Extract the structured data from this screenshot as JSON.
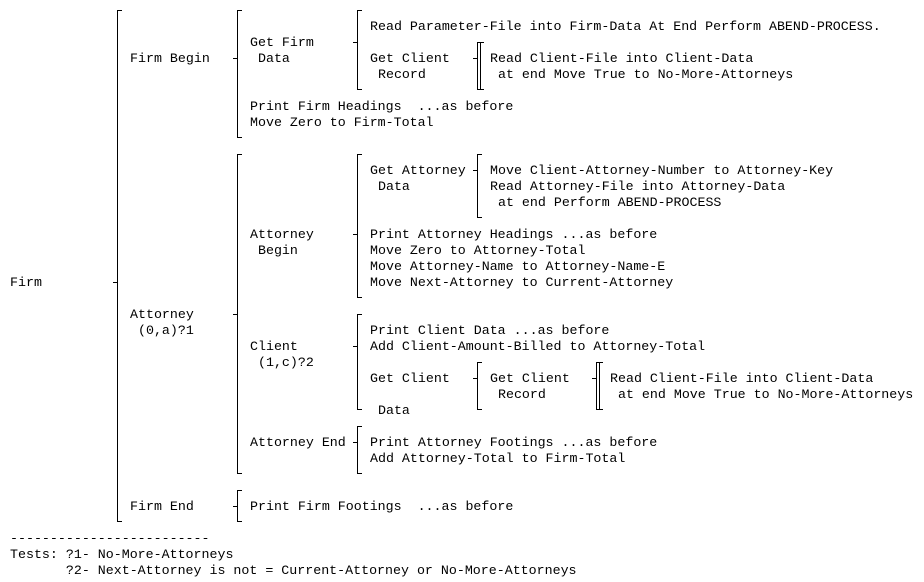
{
  "diagram": {
    "firm": "Firm",
    "firm_begin": "Firm Begin",
    "get_firm_data": [
      "Get Firm",
      " Data"
    ],
    "read_parameter": "Read Parameter-File into Firm-Data At End Perform ABEND-PROCESS.",
    "get_client_record_1": [
      "Get Client",
      " Record"
    ],
    "read_client_1": [
      "Read Client-File into Client-Data",
      " at end Move True to No-More-Attorneys"
    ],
    "print_firm_headings": "Print Firm Headings  ...as before",
    "move_zero_firm_total": "Move Zero to Firm-Total",
    "attorney": [
      "Attorney",
      " (0,a)?1"
    ],
    "attorney_begin": [
      "Attorney",
      " Begin"
    ],
    "get_attorney_data": [
      "Get Attorney",
      " Data"
    ],
    "attorney_read_lines": [
      "Move Client-Attorney-Number to Attorney-Key",
      "Read Attorney-File into Attorney-Data",
      " at end Perform ABEND-PROCESS"
    ],
    "attorney_begin_lines": [
      "Print Attorney Headings ...as before",
      "Move Zero to Attorney-Total",
      "Move Attorney-Name to Attorney-Name-E",
      "Move Next-Attorney to Current-Attorney"
    ],
    "client": [
      "Client",
      " (1,c)?2"
    ],
    "client_lines": [
      "Print Client Data ...as before",
      "Add Client-Amount-Billed to Attorney-Total"
    ],
    "get_client_data": [
      "Get Client",
      " Data"
    ],
    "get_client_record_2": [
      "Get Client",
      " Record"
    ],
    "read_client_2": [
      "Read Client-File into Client-Data",
      " at end Move True to No-More-Attorneys"
    ],
    "attorney_end": "Attorney End",
    "attorney_end_lines": [
      "Print Attorney Footings ...as before",
      "Add Attorney-Total to Firm-Total"
    ],
    "firm_end": "Firm End",
    "print_firm_footings": "Print Firm Footings  ...as before"
  },
  "footer": {
    "rule": "-------------------------",
    "tests_line1": "Tests: ?1- No-More-Attorneys",
    "tests_line2": "       ?2- Next-Attorney is not = Current-Attorney or No-More-Attorneys"
  }
}
